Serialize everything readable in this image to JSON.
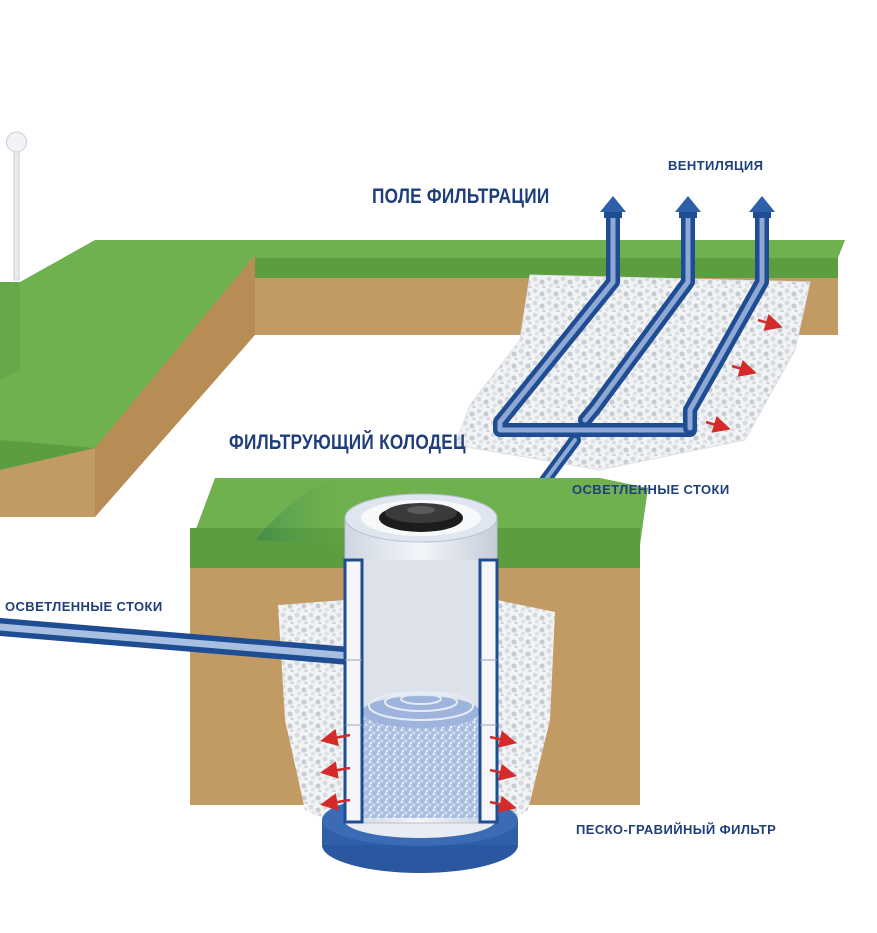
{
  "labels": {
    "filtration_field": "ПОЛЕ ФИЛЬТРАЦИИ",
    "ventilation": "ВЕНТИЛЯЦИЯ",
    "filter_well": "ФИЛЬТРУЮЩИЙ КОЛОДЕЦ",
    "clarified_effluent_right": "ОСВЕТЛЕННЫЕ СТОКИ",
    "clarified_effluent_left": "ОСВЕТЛЕННЫЕ СТОКИ",
    "sand_gravel_filter": "ПЕСКО-ГРАВИЙНЫЙ ФИЛЬТР"
  },
  "colors": {
    "grass": "#6fb14e",
    "soil": "#c29a63",
    "pipe": "#2f5fa8",
    "label": "#1f3f7a",
    "arrow": "#d42a2a"
  }
}
